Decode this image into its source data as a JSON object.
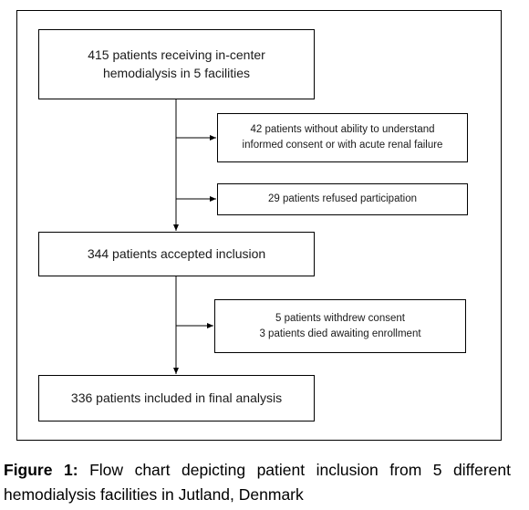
{
  "flowchart": {
    "main_boxes": [
      {
        "id": "start",
        "lines": [
          "415 patients receiving in-center",
          "hemodialysis in 5 facilities"
        ]
      },
      {
        "id": "accepted",
        "lines": [
          "344 patients accepted inclusion"
        ]
      },
      {
        "id": "final",
        "lines": [
          "336 patients included in final analysis"
        ]
      }
    ],
    "side_boxes": [
      {
        "id": "excluded-consent",
        "lines": [
          "42 patients without ability to understand",
          "informed consent or with acute renal failure"
        ]
      },
      {
        "id": "refused",
        "lines": [
          "29 patients refused participation"
        ]
      },
      {
        "id": "withdrew",
        "lines": [
          "5 patients withdrew consent",
          "3 patients died awaiting enrollment"
        ]
      }
    ]
  },
  "caption": {
    "label": "Figure 1:",
    "text": "Flow chart depicting patient inclusion from 5 different hemodialysis facilities in Jutland, Denmark"
  }
}
